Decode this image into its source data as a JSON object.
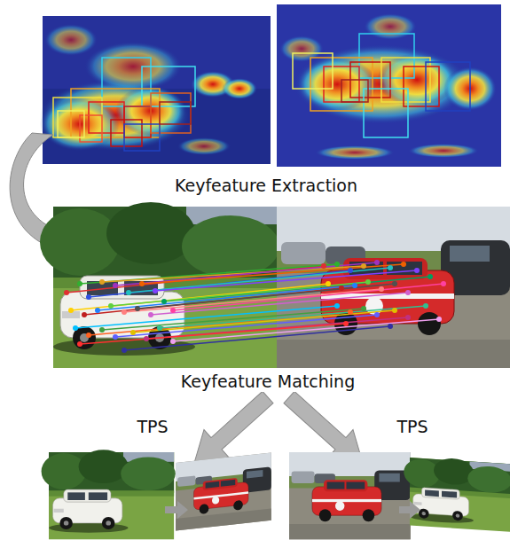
{
  "diagram": {
    "labels": [
      "Keyfeature Extraction",
      "Keyfeature Matching",
      "TPS",
      "TPS"
    ]
  }
}
